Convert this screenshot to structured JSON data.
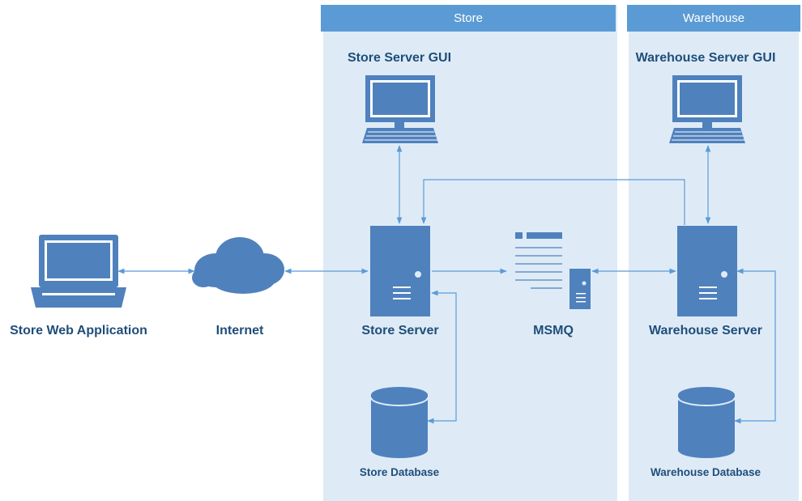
{
  "zones": {
    "store": "Store",
    "warehouse": "Warehouse"
  },
  "nodes": {
    "store_server_gui": "Store Server GUI",
    "warehouse_server_gui": "Warehouse Server GUI",
    "store_web_application": "Store Web Application",
    "internet": "Internet",
    "store_server": "Store Server",
    "msmq": "MSMQ",
    "warehouse_server": "Warehouse Server",
    "store_database": "Store Database",
    "warehouse_database": "Warehouse Database"
  },
  "icons": {
    "laptop": "laptop-icon",
    "cloud": "cloud-icon",
    "monitor": "monitor-icon",
    "server": "server-icon",
    "message_queue": "message-queue-icon",
    "database": "database-icon"
  },
  "colors": {
    "zone_background": "#deebf7",
    "zone_header": "#5b9bd5",
    "icon_fill": "#4f81bd",
    "label_text": "#1f4e79",
    "connector": "#5b9bd5"
  }
}
